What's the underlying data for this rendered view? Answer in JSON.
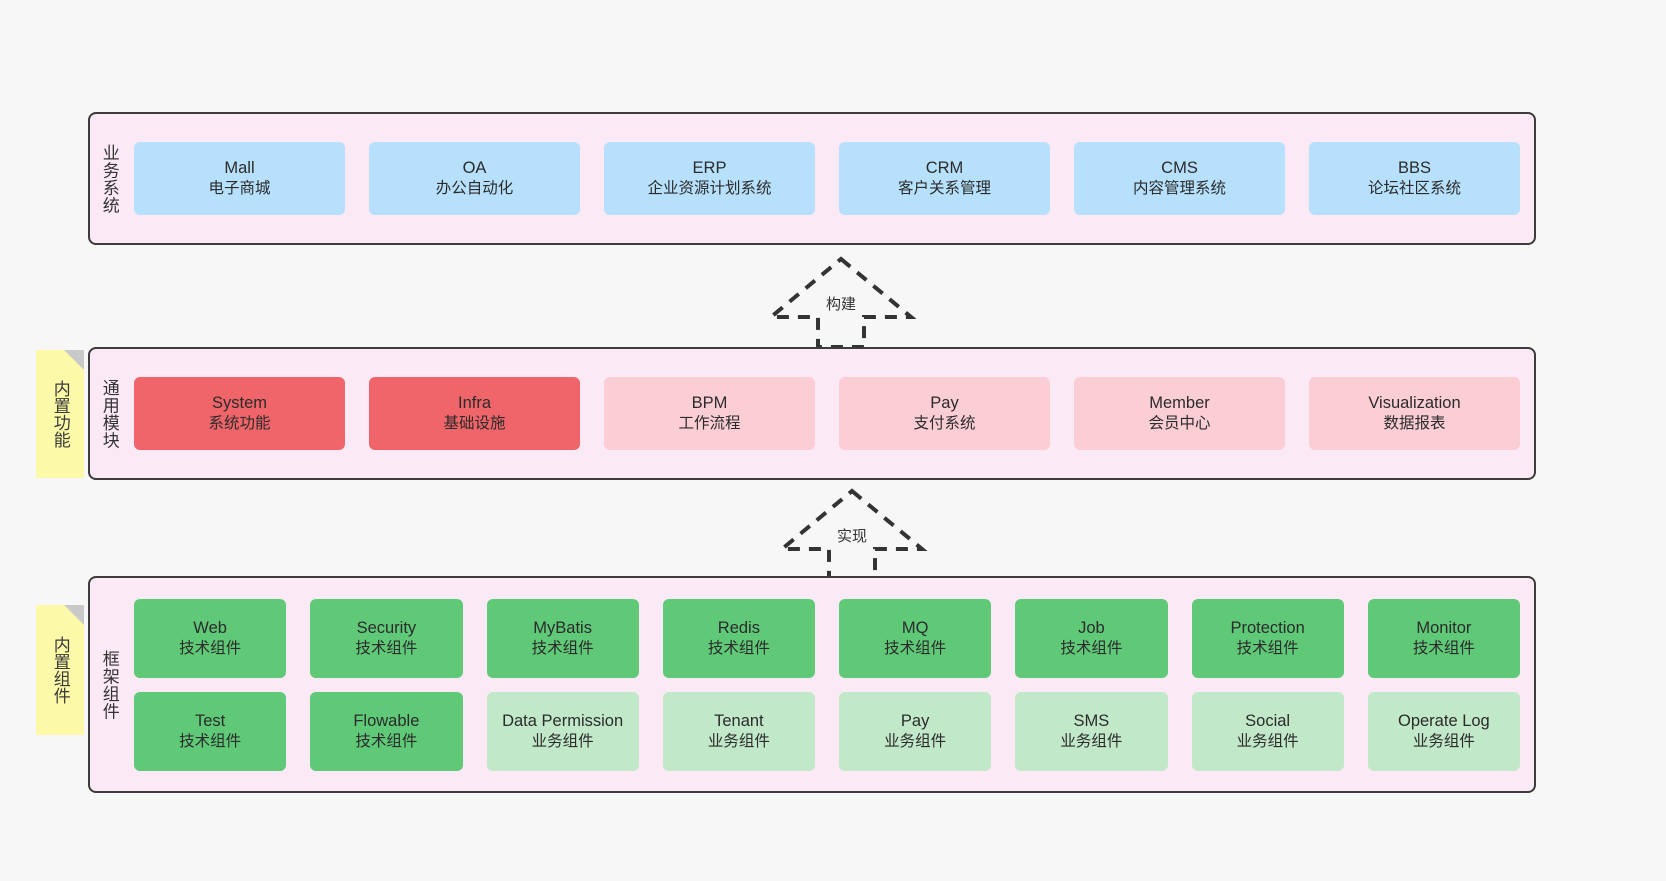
{
  "diagram": {
    "background_color": "#f7f7f7",
    "panel_color": "#fbeaf6",
    "panel_border_color": "#3c3c3c",
    "note_color": "#fcfaa8"
  },
  "notes": [
    {
      "id": "builtin-functions",
      "label": "内置功能"
    },
    {
      "id": "builtin-components",
      "label": "内置组件"
    }
  ],
  "connectors": [
    {
      "id": "build",
      "label": "构建",
      "style": "dashed-generalization",
      "direction": "up"
    },
    {
      "id": "implement",
      "label": "实现",
      "style": "dashed-generalization",
      "direction": "up"
    }
  ],
  "layers": [
    {
      "id": "business-system",
      "title": "业务系统",
      "rows": [
        {
          "cards": [
            {
              "en": "Mall",
              "cn": "电子商城",
              "color": "#b6e0fb"
            },
            {
              "en": "OA",
              "cn": "办公自动化",
              "color": "#b6e0fb"
            },
            {
              "en": "ERP",
              "cn": "企业资源计划系统",
              "color": "#b6e0fb"
            },
            {
              "en": "CRM",
              "cn": "客户关系管理",
              "color": "#b6e0fb"
            },
            {
              "en": "CMS",
              "cn": "内容管理系统",
              "color": "#b6e0fb"
            },
            {
              "en": "BBS",
              "cn": "论坛社区系统",
              "color": "#b6e0fb"
            }
          ]
        }
      ]
    },
    {
      "id": "common-modules",
      "title": "通用模块",
      "rows": [
        {
          "cards": [
            {
              "en": "System",
              "cn": "系统功能",
              "color": "#f0656a"
            },
            {
              "en": "Infra",
              "cn": "基础设施",
              "color": "#f0656a"
            },
            {
              "en": "BPM",
              "cn": "工作流程",
              "color": "#fbcdd5"
            },
            {
              "en": "Pay",
              "cn": "支付系统",
              "color": "#fbcdd5"
            },
            {
              "en": "Member",
              "cn": "会员中心",
              "color": "#fbcdd5"
            },
            {
              "en": "Visualization",
              "cn": "数据报表",
              "color": "#fbcdd5"
            }
          ]
        }
      ]
    },
    {
      "id": "framework-components",
      "title": "框架组件",
      "rows": [
        {
          "cards": [
            {
              "en": "Web",
              "cn": "技术组件",
              "color": "#5fc978"
            },
            {
              "en": "Security",
              "cn": "技术组件",
              "color": "#5fc978"
            },
            {
              "en": "MyBatis",
              "cn": "技术组件",
              "color": "#5fc978"
            },
            {
              "en": "Redis",
              "cn": "技术组件",
              "color": "#5fc978"
            },
            {
              "en": "MQ",
              "cn": "技术组件",
              "color": "#5fc978"
            },
            {
              "en": "Job",
              "cn": "技术组件",
              "color": "#5fc978"
            },
            {
              "en": "Protection",
              "cn": "技术组件",
              "color": "#5fc978"
            },
            {
              "en": "Monitor",
              "cn": "技术组件",
              "color": "#5fc978"
            }
          ]
        },
        {
          "cards": [
            {
              "en": "Test",
              "cn": "技术组件",
              "color": "#5fc978"
            },
            {
              "en": "Flowable",
              "cn": "技术组件",
              "color": "#5fc978"
            },
            {
              "en": "Data Permission",
              "cn": "业务组件",
              "color": "#c1e8c8"
            },
            {
              "en": "Tenant",
              "cn": "业务组件",
              "color": "#c1e8c8"
            },
            {
              "en": "Pay",
              "cn": "业务组件",
              "color": "#c1e8c8"
            },
            {
              "en": "SMS",
              "cn": "业务组件",
              "color": "#c1e8c8"
            },
            {
              "en": "Social",
              "cn": "业务组件",
              "color": "#c1e8c8"
            },
            {
              "en": "Operate Log",
              "cn": "业务组件",
              "color": "#c1e8c8"
            }
          ]
        }
      ]
    }
  ]
}
